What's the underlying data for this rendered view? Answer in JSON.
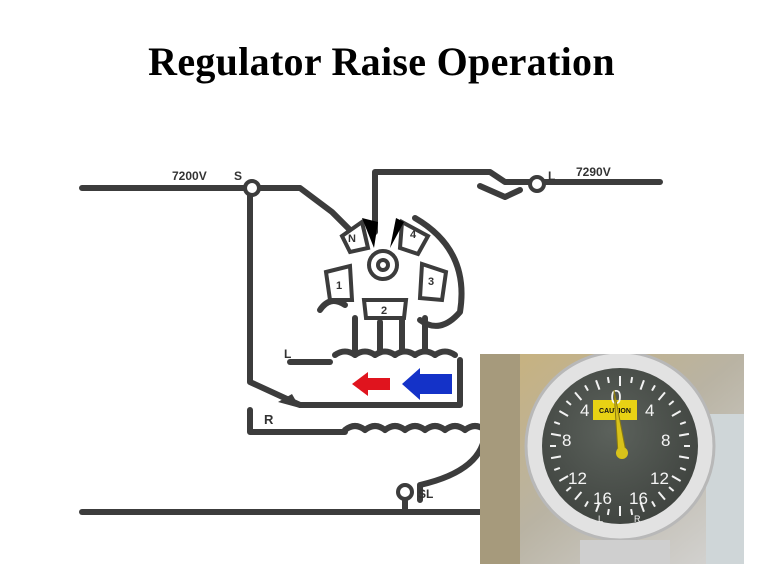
{
  "slide": {
    "title": "Regulator Raise Operation"
  },
  "diagram": {
    "source_voltage": "7200V",
    "load_voltage": "7290V",
    "terminal_s": "S",
    "terminal_l": "L",
    "terminal_sl": "SL",
    "winding_l": "L",
    "winding_r": "R",
    "taps": [
      "N",
      "4",
      "1",
      "3",
      "2"
    ]
  },
  "gauge": {
    "top_value": "0",
    "left_values": [
      "4",
      "8",
      "12",
      "16"
    ],
    "right_values": [
      "4",
      "8",
      "12",
      "16"
    ],
    "caution_text": "CAUTION",
    "bottom_left": "L",
    "bottom_right": "R"
  },
  "colors": {
    "wire": "#3c3c3c",
    "arrow_red": "#e0141e",
    "arrow_blue": "#1432c8",
    "gauge_face": "#4a4f4a",
    "needle": "#d8c21a",
    "caution": "#e8d214"
  }
}
